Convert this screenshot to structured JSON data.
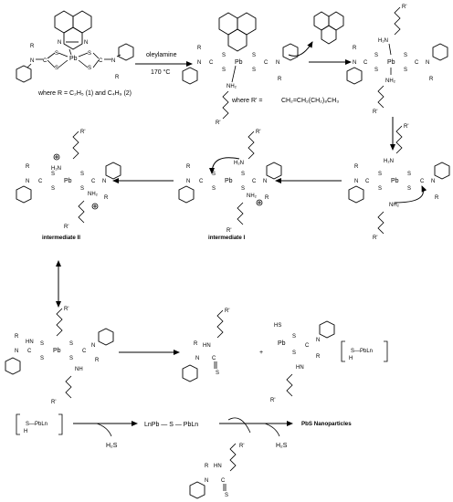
{
  "labels": {
    "where_r": "where R = C₂H₅ (1) and C₄H₉ (2)",
    "oleylamine": "oleylamine",
    "temperature": "170 °C",
    "where_rprime": "where R' =",
    "rprime_formula": "CH₂=CH₂(CH₂)₈CH₃",
    "intermediate_1": "intermediate I",
    "intermediate_2": "intermediate II",
    "pbs_np": "PbS Nanoparticles",
    "h2s_1": "H₂S",
    "h2s_2": "H₂S",
    "lnpb_chain": "LnPb — S — PbLn",
    "plus": "+",
    "hs_pbln_1": "S—PbLn",
    "hs_pbln_h1": "H",
    "hs_pbln_2": "S—PbLn",
    "hs_pbln_h2": "H"
  },
  "atoms": {
    "pb": "Pb",
    "s": "S",
    "c": "C",
    "n": "N",
    "r": "R",
    "rp": "R'",
    "nh2": "NH₂",
    "h2n": "H₂N",
    "hn": "HN",
    "nh": "NH",
    "hs": "HS",
    "hn2": "HN"
  }
}
